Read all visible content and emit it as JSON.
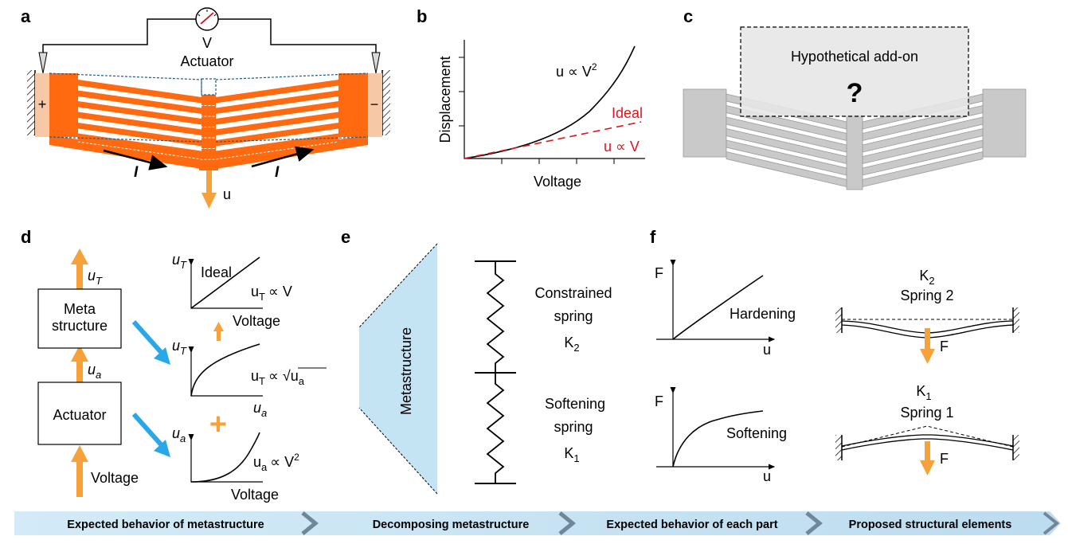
{
  "panels": {
    "a": {
      "letter": "a",
      "meter_symbol": "V",
      "actuator_label": "Actuator",
      "plus_sign": "+",
      "minus_sign": "−",
      "current_label": "I",
      "displacement_label": "u",
      "colors": {
        "beam": "#ff6a10",
        "electrode": "#f6c8a5",
        "arrow": "#f7a13a"
      }
    },
    "b": {
      "letter": "b",
      "ylabel": "Displacement",
      "xlabel": "Voltage",
      "quadratic_label": "u ∝ V",
      "quadratic_exp": "2",
      "ideal_label": "Ideal",
      "linear_label": "u ∝ V",
      "ideal_color": "#e3121b"
    },
    "c": {
      "letter": "c",
      "addon_label": "Hypothetical add-on",
      "question_mark": "?",
      "colors": {
        "structure": "#c9c9c9",
        "addon": "#e6e6e6"
      }
    },
    "d": {
      "letter": "d",
      "output_var": "u",
      "output_sub": "T",
      "meta_line1": "Meta",
      "meta_line2": "structure",
      "mid_var": "u",
      "mid_sub": "a",
      "actuator_label": "Actuator",
      "input_label": "Voltage",
      "plot_top": {
        "ylabel": "u",
        "ylabel_sub": "T",
        "ideal": "Ideal",
        "law_u": "u",
        "law_sub": "T",
        "law_rest": "∝ V",
        "xlabel": "Voltage"
      },
      "plot_mid": {
        "ylabel": "u",
        "ylabel_sub": "T",
        "law_u": "u",
        "law_sub": "T",
        "law_mid": "∝ √",
        "law_arg": "u",
        "law_arg_sub": "a",
        "xlabel": "u",
        "xlabel_sub": "a"
      },
      "plot_bot": {
        "ylabel": "u",
        "ylabel_sub": "a",
        "law_u": "u",
        "law_sub": "a",
        "law_rest": "∝ V",
        "law_exp": "2",
        "xlabel": "Voltage"
      },
      "plus_sign": "+",
      "colors": {
        "orange": "#f7a13a",
        "blue": "#29a8e8"
      }
    },
    "e": {
      "letter": "e",
      "metastructure_label": "Metastructure",
      "upper_line1": "Constrained",
      "upper_line2": "spring",
      "upper_k": "K",
      "upper_k_sub": "2",
      "lower_line1": "Softening",
      "lower_line2": "spring",
      "lower_k": "K",
      "lower_k_sub": "1",
      "panel_color": "#c4e3f3"
    },
    "f": {
      "letter": "f",
      "top_plot": {
        "ylabel": "F",
        "xlabel": "u",
        "curve_label": "Hardening"
      },
      "bottom_plot": {
        "ylabel": "F",
        "xlabel": "u",
        "curve_label": "Softening"
      },
      "spring2": {
        "k": "K",
        "k_sub": "2",
        "name": "Spring 2",
        "force": "F"
      },
      "spring1": {
        "k": "K",
        "k_sub": "1",
        "name": "Spring 1",
        "force": "F"
      }
    }
  },
  "flow_steps": [
    "Expected behavior of metastructure",
    "Decomposing metastructure",
    "Expected behavior of each part",
    "Proposed structural elements"
  ],
  "flow_colors": {
    "band": "#c6e3f2",
    "chevron": "#6f8796"
  }
}
